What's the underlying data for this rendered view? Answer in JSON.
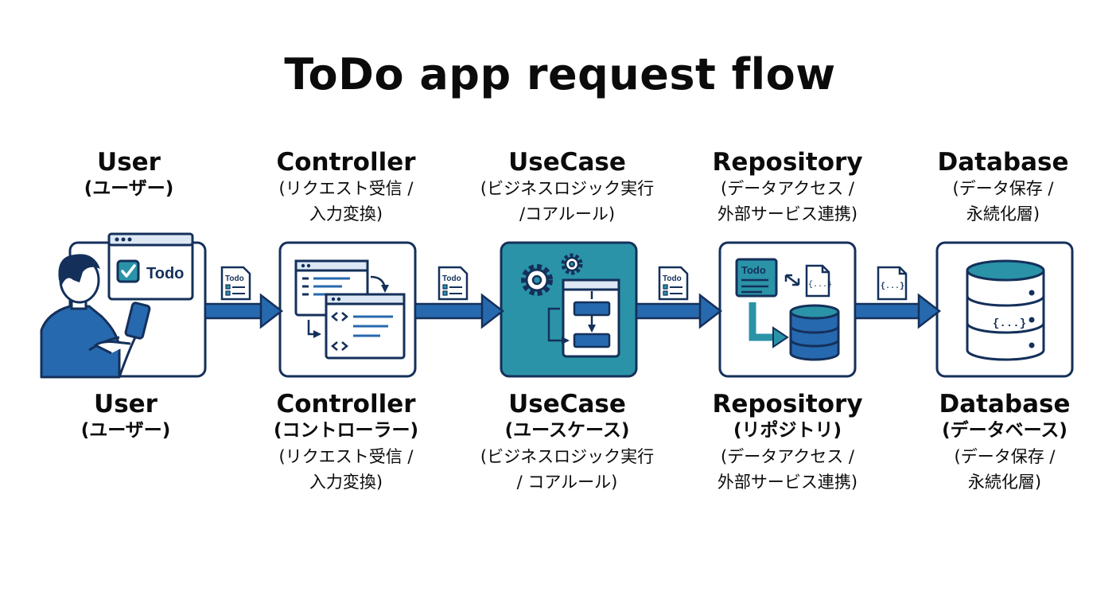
{
  "title": "ToDo app request flow",
  "stages": [
    {
      "name": "User",
      "jp": "(ユーザー)",
      "desc": [
        "",
        ""
      ],
      "bottom_name": "User",
      "bottom_jp": "(ユーザー)",
      "bottom_desc": [
        "",
        ""
      ]
    },
    {
      "name": "Controller",
      "jp": "",
      "desc": [
        "(リクエスト受信 /",
        "入力変換)"
      ],
      "bottom_name": "Controller",
      "bottom_jp": "(コントローラー)",
      "bottom_desc": [
        "(リクエスト受信 /",
        "入力変換)"
      ]
    },
    {
      "name": "UseCase",
      "jp": "",
      "desc": [
        "(ビジネスロジック実行",
        "/コアルール)"
      ],
      "bottom_name": "UseCase",
      "bottom_jp": "(ユースケース)",
      "bottom_desc": [
        "(ビジネスロジック実行",
        "/ コアルール)"
      ]
    },
    {
      "name": "Repository",
      "jp": "",
      "desc": [
        "(データアクセス /",
        "外部サービス連携)"
      ],
      "bottom_name": "Repository",
      "bottom_jp": "(リポジトリ)",
      "bottom_desc": [
        "(データアクセス /",
        "外部サービス連携)"
      ]
    },
    {
      "name": "Database",
      "jp": "",
      "desc": [
        "(データ保存 /",
        "永続化層)"
      ],
      "bottom_name": "Database",
      "bottom_jp": "(データベース)",
      "bottom_desc": [
        "(データ保存 /",
        "永続化層)"
      ]
    }
  ],
  "icons": {
    "todo_label": "Todo",
    "doc_label": "Todo",
    "json_label": "{...}"
  },
  "colors": {
    "dark": "#14305a",
    "blue": "#2769ae",
    "teal": "#2a93a8",
    "light_teal": "#d3ecf0",
    "light_blue": "#dde8f4"
  }
}
